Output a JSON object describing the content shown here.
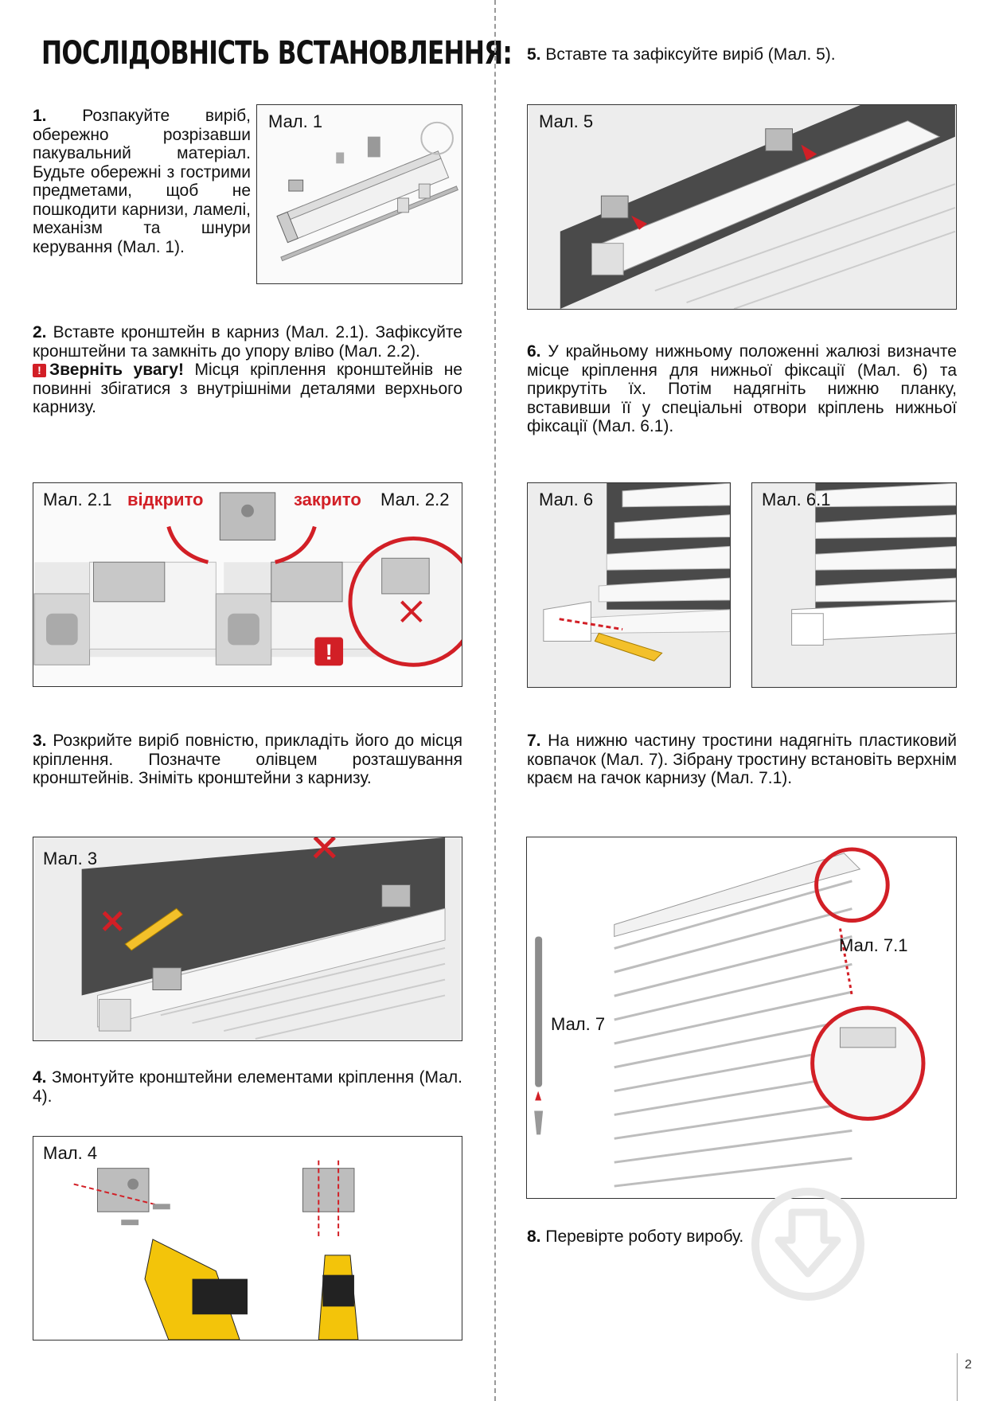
{
  "title": "ПОСЛІДОВНІСТЬ ВСТАНОВЛЕННЯ:",
  "steps": {
    "s1": {
      "num": "1.",
      "text": "Розпакуйте виріб, обережно розрізавши пакувальний матеріал. Будьте обережні з гострими предметами, щоб не пошкодити карнизи, ламелі, механізм та шнури керування (Мал. 1)."
    },
    "s2": {
      "num": "2.",
      "text": "Вставте кронштейн в карниз (Мал. 2.1). Зафіксуйте кронштейни та замкніть до упору вліво (Мал. 2.2).",
      "warn_title": "Зверніть увагу!",
      "warn_text": "Місця кріплення кронштейнів не повинні збігатися з внутрішніми деталями верхнього карнизу."
    },
    "s3": {
      "num": "3.",
      "text": "Розкрийте виріб повністю, прикладіть його до місця кріплення. Позначте олівцем розташування кронштейнів. Зніміть кронштейни з карнизу."
    },
    "s4": {
      "num": "4.",
      "text": "Змонтуйте кронштейни елементами кріплення (Мал. 4)."
    },
    "s5": {
      "num": "5.",
      "text": "Вставте та зафіксуйте виріб (Мал. 5)."
    },
    "s6": {
      "num": "6.",
      "text": "У крайньому нижньому положенні жалюзі визначте місце кріплення для нижньої фіксації (Мал. 6) та прикрутіть їх. Потім надягніть нижню планку, вставивши її у спеціальні отвори кріплень нижньої фіксації (Мал. 6.1)."
    },
    "s7": {
      "num": "7.",
      "text": "На нижню частину тростини надягніть пластиковий ковпачок (Мал. 7). Зібрану тростину встановіть верхнім краєм на гачок карнизу (Мал. 7.1)."
    },
    "s8": {
      "num": "8.",
      "text": "Перевірте роботу виробу."
    }
  },
  "figures": {
    "f1": "Мал. 1",
    "f21": "Мал. 2.1",
    "f22": "Мал. 2.2",
    "open": "відкрито",
    "closed": "закрито",
    "f3": "Мал. 3",
    "f4": "Мал. 4",
    "f5": "Мал. 5",
    "f6": "Мал. 6",
    "f61": "Мал. 6.1",
    "f7": "Мал. 7",
    "f71": "Мал. 7.1"
  },
  "page_number": "2",
  "colors": {
    "accent": "#d21f26",
    "text": "#111111"
  },
  "icons": {
    "warning": "warning-icon",
    "watermark": "download-watermark-icon"
  }
}
